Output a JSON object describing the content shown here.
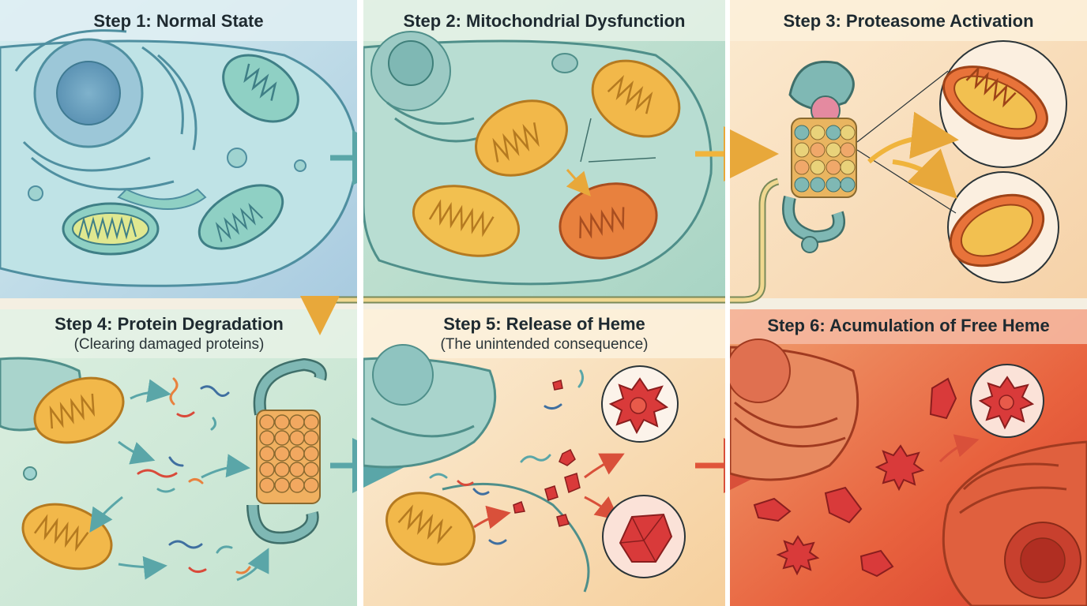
{
  "panels": [
    {
      "title": "Step 1: Normal State"
    },
    {
      "title": "Step 2: Mitochondrial Dysfunction"
    },
    {
      "title": "Step 3: Proteasome Activation"
    },
    {
      "title": "Step 4: Protein Degradation",
      "subtitle": "(Clearing damaged proteins)"
    },
    {
      "title": "Step 5: Release of Heme",
      "subtitle": "(The unintended consequence)"
    },
    {
      "title": "Step 6: Acumulation of Free Heme"
    }
  ],
  "colors": {
    "healthy_mito": "#8fd0c4",
    "stressed_mito": "#f2b84a",
    "damaged_mito": "#e8813e",
    "heme": "#d93a3a",
    "arrow_teal": "#5aa6a8",
    "arrow_gold": "#f0b43c",
    "arrow_red": "#e0553a"
  }
}
